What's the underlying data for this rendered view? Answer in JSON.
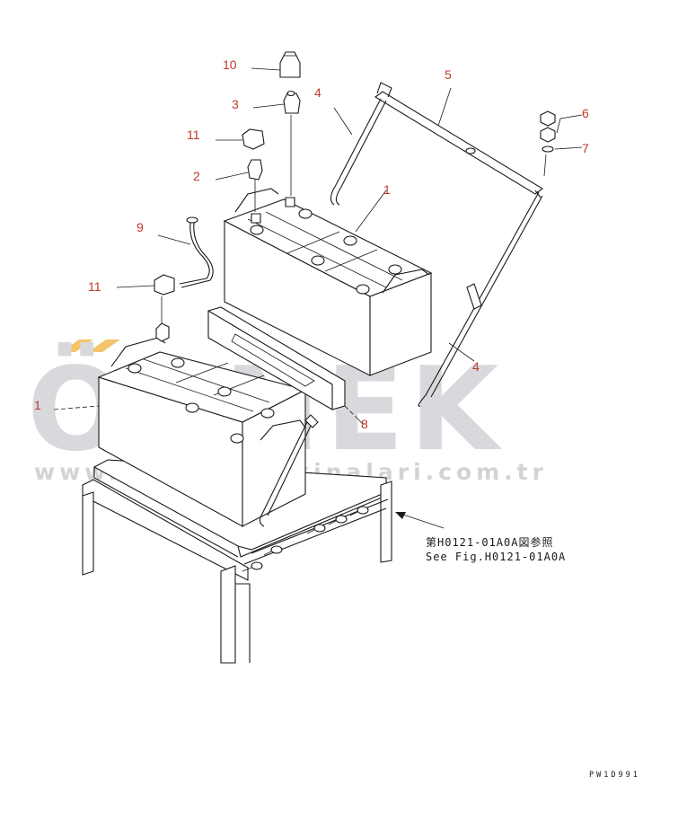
{
  "watermark": {
    "brand": "ÖRNEK",
    "url": "www.orneki̇smaki̇nalari.com.tr",
    "brand_color": "#d9d9dd",
    "accent_color": "#f3c56b"
  },
  "callouts": {
    "c10": "10",
    "c3": "3",
    "c4_top": "4",
    "c5": "5",
    "c6": "6",
    "c7": "7",
    "c11_top": "11",
    "c2": "2",
    "c1_top": "1",
    "c9": "9",
    "c11_left": "11",
    "c1_left": "1",
    "c4_right": "4",
    "c8": "8",
    "callout_color": "#c0392b"
  },
  "reference": {
    "line_jp": "第H0121-01A0A図参照",
    "line_en": "See Fig.H0121-01A0A"
  },
  "drawing_code": "PW1D991"
}
